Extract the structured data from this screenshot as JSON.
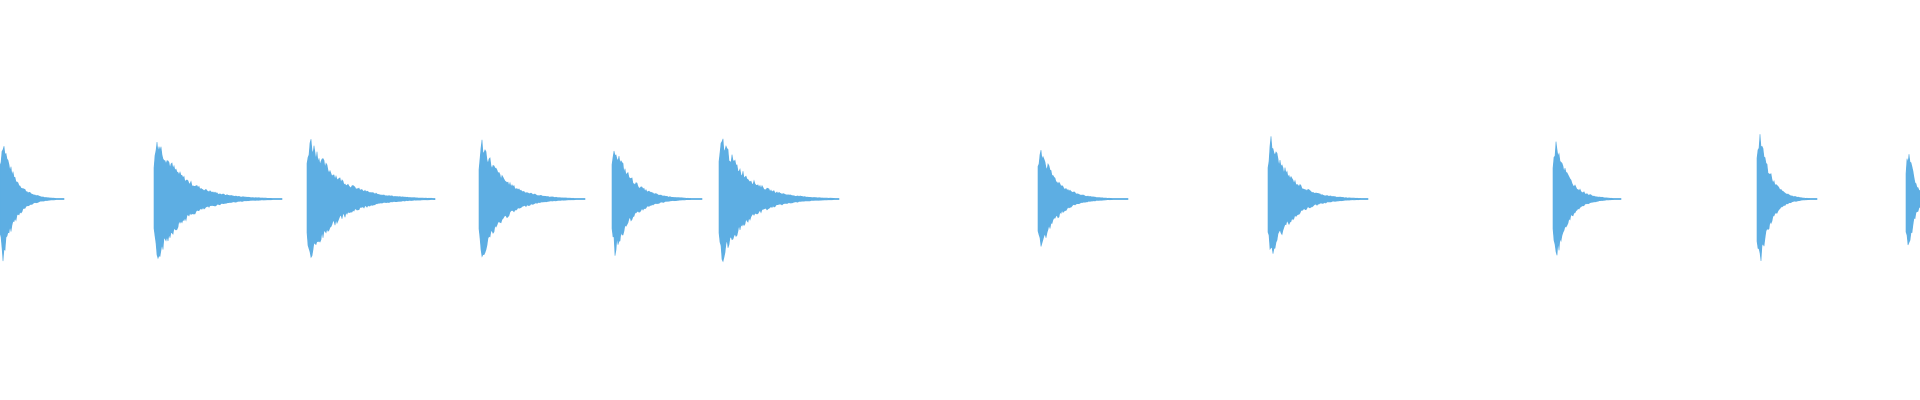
{
  "waveform": {
    "color": "#5daee3",
    "background": "#ffffff",
    "hits": [
      {
        "amplitude": 0.8,
        "decay": 0.7
      },
      {
        "amplitude": 0.82,
        "decay": 0.85
      },
      {
        "amplitude": 0.82,
        "decay": 0.95
      },
      {
        "amplitude": 0.78,
        "decay": 0.8
      },
      {
        "amplitude": 0.72,
        "decay": 0.75
      },
      {
        "amplitude": 0.83,
        "decay": 0.9
      },
      {
        "amplitude": 0.68,
        "decay": 0.65
      },
      {
        "amplitude": 0.8,
        "decay": 0.8
      },
      {
        "amplitude": 0.82,
        "decay": 0.7
      },
      {
        "amplitude": 0.9,
        "decay": 0.6
      },
      {
        "amplitude": 0.7,
        "decay": 0.1
      }
    ]
  }
}
